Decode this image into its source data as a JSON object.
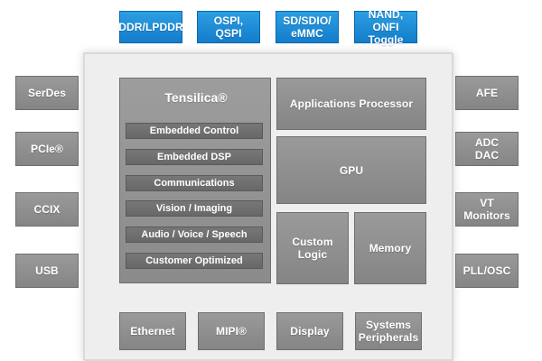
{
  "blocks": {
    "memory_interfaces": [
      "DDR/LPDDR",
      "OSPI,\nQSPI",
      "SD/SDIO/\neMMC",
      "NAND, ONFI\nToggle"
    ],
    "left_interfaces": [
      "SerDes",
      "PCIe®",
      "CCIX",
      "USB"
    ],
    "right_interfaces": [
      "AFE",
      "ADC\nDAC",
      "VT Monitors",
      "PLL/OSC"
    ],
    "bottom_interfaces": [
      "Ethernet",
      "MIPI®",
      "Display",
      "Systems\nPeripherals"
    ],
    "tensilica": {
      "title": "Tensilica®",
      "items": [
        "Embedded Control",
        "Embedded DSP",
        "Communications",
        "Vision / Imaging",
        "Audio / Voice / Speech",
        "Customer Optimized"
      ]
    },
    "core": {
      "applications_processor": "Applications Processor",
      "gpu": "GPU",
      "custom_logic": "Custom\nLogic",
      "memory": "Memory"
    }
  },
  "colors": {
    "blue_block": "#1f8fd8",
    "gray_block": "#8f8f8f",
    "dark_sub_block": "#707070",
    "chip_background": "#eeeeee"
  }
}
